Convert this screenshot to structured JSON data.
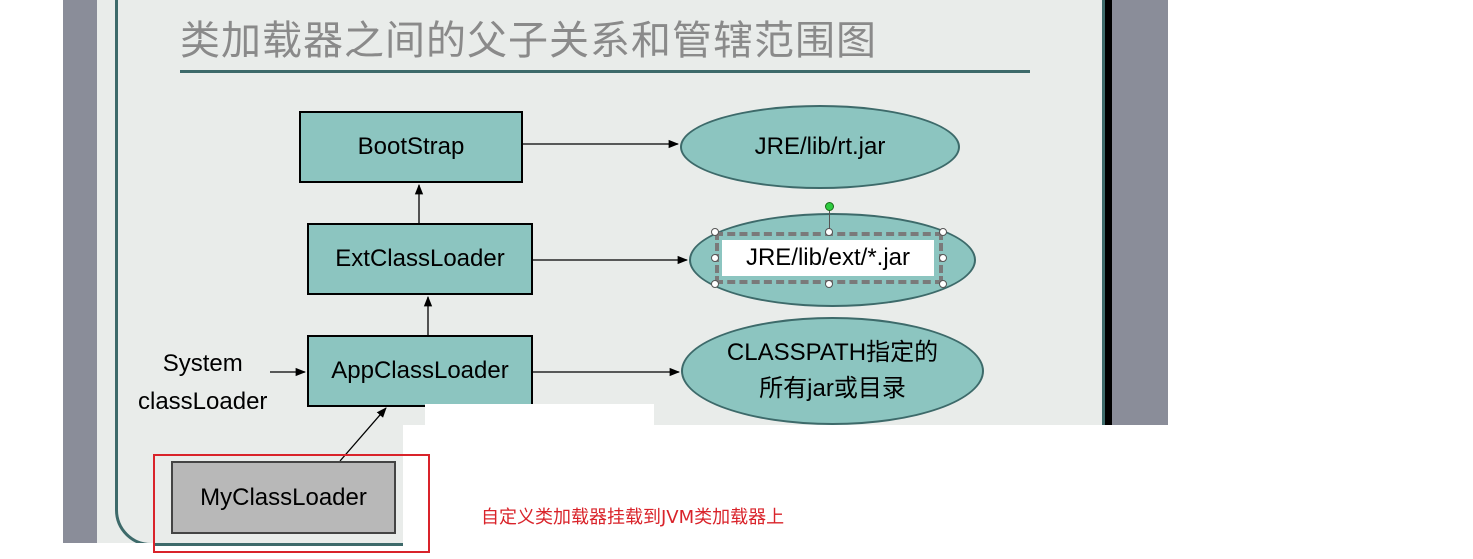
{
  "title": "类加载器之间的父子关系和管辖范围图",
  "nodes": {
    "bootstrap": "BootStrap",
    "ext_loader": "ExtClassLoader",
    "app_loader": "AppClassLoader",
    "my_loader": "MyClassLoader"
  },
  "scopes": {
    "bootstrap": "JRE/lib/rt.jar",
    "ext_loader": "JRE/lib/ext/*.jar",
    "app_loader_line1": "CLASSPATH指定的",
    "app_loader_line2": "所有jar或目录"
  },
  "side_label": {
    "line1": "System",
    "line2": "classLoader"
  },
  "annotation": "自定义类加载器挂载到JVM类加载器上",
  "colors": {
    "node_fill": "#8cc5c0",
    "custom_node_fill": "#b8b8b8",
    "highlight": "#d9232a",
    "frame": "#3d6a6a"
  }
}
